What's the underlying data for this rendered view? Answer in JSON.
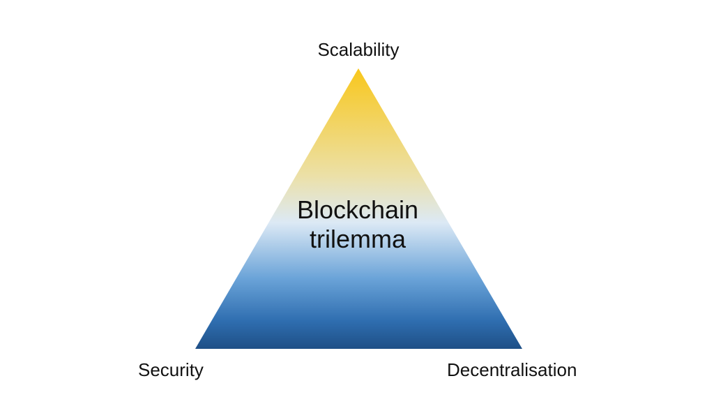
{
  "diagram": {
    "vertices": {
      "top": "Scalability",
      "bottom_left": "Security",
      "bottom_right": "Decentralisation"
    },
    "center": {
      "line1": "Blockchain",
      "line2": "trilemma"
    },
    "colors": {
      "top": "#f8c71c",
      "upper_mid": "#ece0a6",
      "middle": "#dce9f5",
      "lower_mid": "#6aa3d8",
      "lower": "#2f6eb0",
      "bottom": "#1e4f86"
    }
  }
}
